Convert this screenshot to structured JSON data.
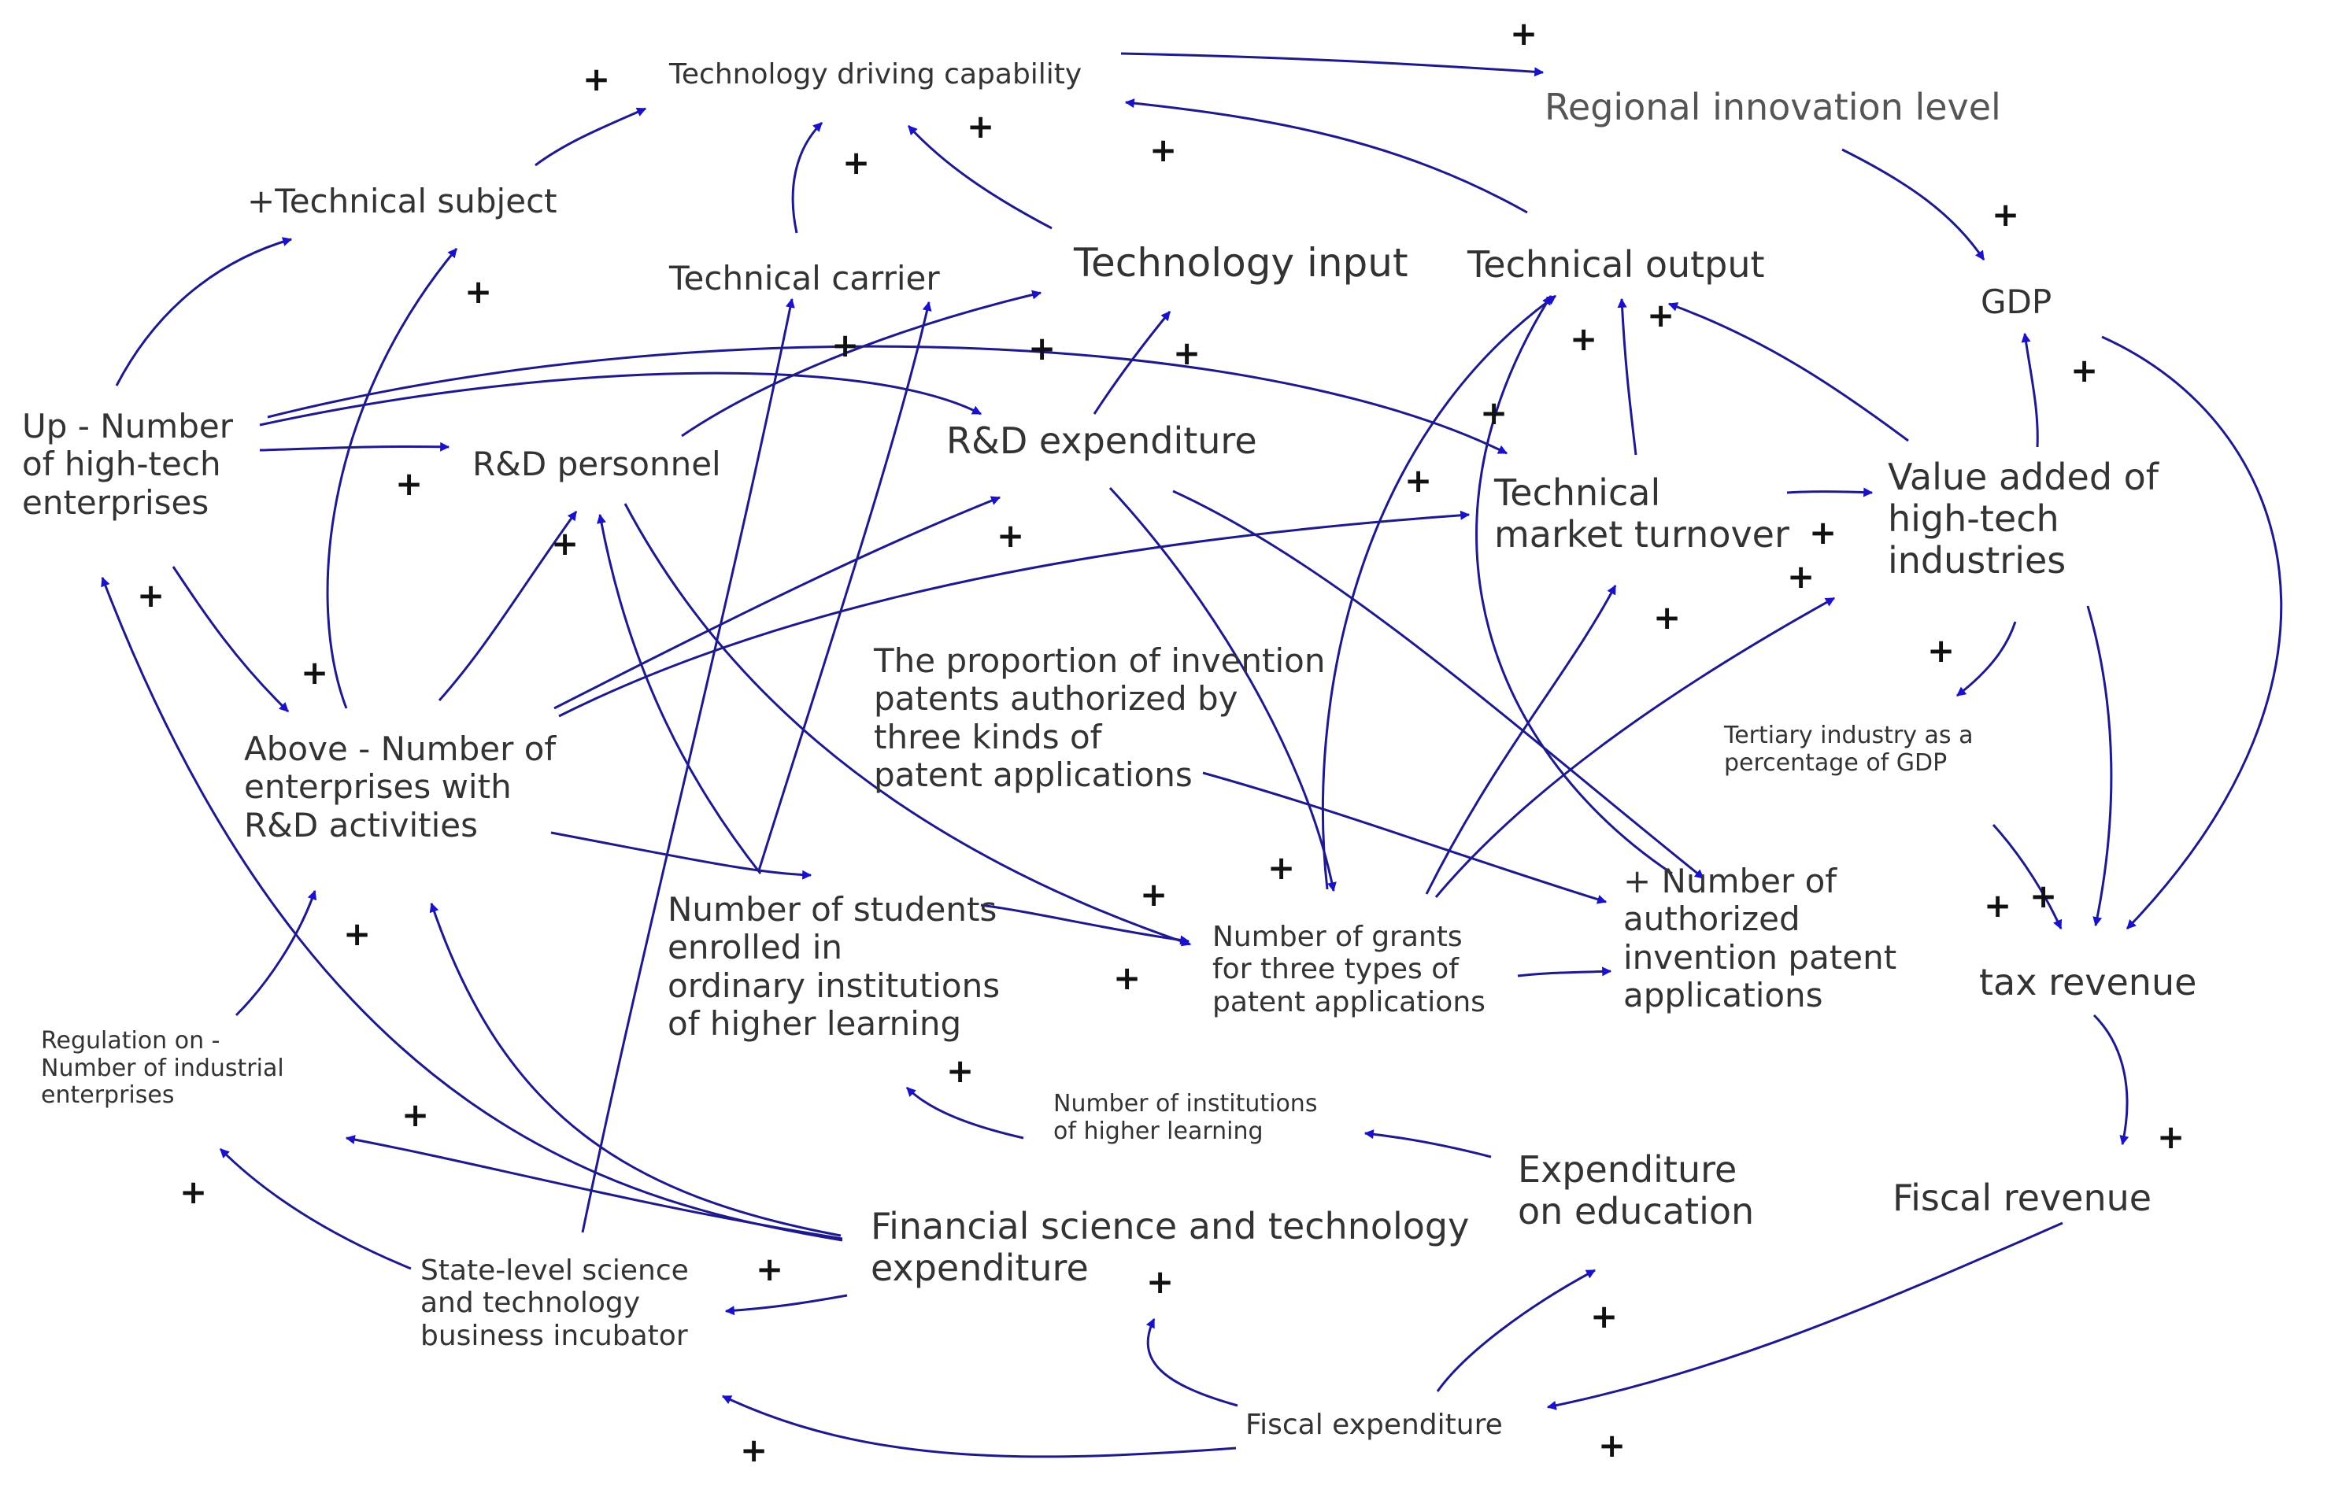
{
  "diagram": {
    "arrow_color": "#1a12c8",
    "line_color": "#1e1a8c",
    "text_color": "#333333",
    "nodes": {
      "tech_driving": "Technology driving capability",
      "regional_innovation": "Regional innovation level",
      "technical_subject": "+Technical subject",
      "technical_carrier": "Technical carrier",
      "technology_input": "Technology input",
      "technical_output": "Technical output",
      "gdp": "GDP",
      "up_number": "Up - Number\nof high-tech\nenterprises",
      "rd_personnel": "R&D personnel",
      "rd_expenditure": "R&D expenditure",
      "tech_market": "Technical\nmarket turnover",
      "value_added": "Value added of\nhigh-tech\nindustries",
      "proportion_invention": "The proportion of invention\n patents authorized by\nthree kinds of\npatent applications",
      "tertiary": "Tertiary industry as a\npercentage of GDP",
      "above_number": "Above - Number of\nenterprises with\nR&D activities",
      "students": "Number of students\nenrolled in\nordinary institutions\nof higher learning",
      "grants": "Number of grants\nfor three types of\npatent applications",
      "authorized": "+ Number of\nauthorized\ninvention patent\napplications",
      "tax_revenue": "tax revenue",
      "regulation": "Regulation on -\nNumber of industrial\nenterprises",
      "institutions": "Number of institutions\nof higher learning",
      "expenditure_education": "Expenditure\non education",
      "fiscal_revenue": "Fiscal revenue",
      "financial_sci": "Financial science and technology\nexpenditure",
      "incubator": "State-level science\nand technology\nbusiness incubator",
      "fiscal_expenditure": "Fiscal expenditure"
    },
    "polarity": "+"
  }
}
